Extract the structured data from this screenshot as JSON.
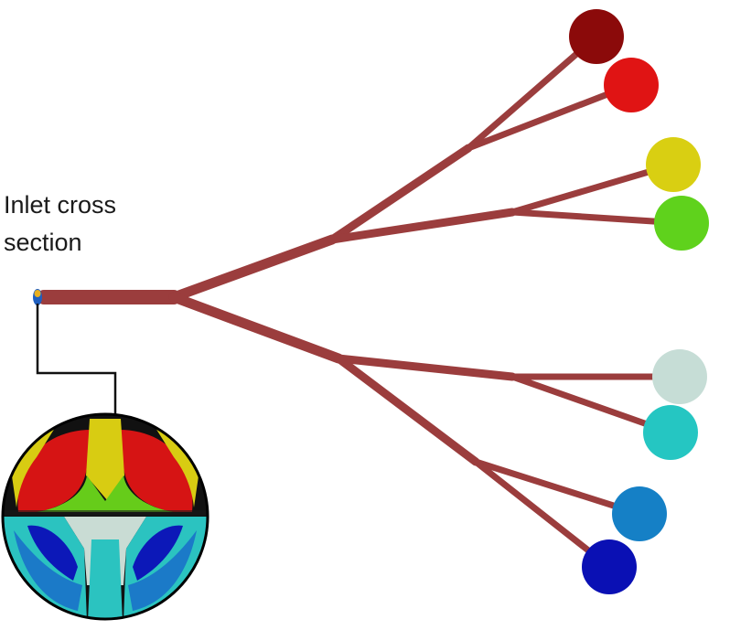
{
  "inlet_label": {
    "line1": "Inlet cross",
    "line2": "section"
  },
  "colors": {
    "branch": "#9b3d3d",
    "connector": "#111111",
    "outlet_1": "#8b0a0a",
    "outlet_2": "#e01414",
    "outlet_3": "#d9cf12",
    "outlet_4": "#5fd21c",
    "outlet_5": "#c6ddd6",
    "outlet_6": "#25c6c2",
    "outlet_7": "#1580c6",
    "outlet_8": "#0a10b4"
  },
  "outlets": [
    {
      "name": "outlet-1",
      "color": "#8b0a0a"
    },
    {
      "name": "outlet-2",
      "color": "#e01414"
    },
    {
      "name": "outlet-3",
      "color": "#d9cf12"
    },
    {
      "name": "outlet-4",
      "color": "#5fd21c"
    },
    {
      "name": "outlet-5",
      "color": "#c6ddd6"
    },
    {
      "name": "outlet-6",
      "color": "#25c6c2"
    },
    {
      "name": "outlet-7",
      "color": "#1580c6"
    },
    {
      "name": "outlet-8",
      "color": "#0a10b4"
    }
  ],
  "cross_section_regions": [
    {
      "name": "red-region",
      "color": "#d61414"
    },
    {
      "name": "yellow-region",
      "color": "#d8cc12"
    },
    {
      "name": "green-region",
      "color": "#66cc1a"
    },
    {
      "name": "light-gray-region",
      "color": "#c9dcd4"
    },
    {
      "name": "cyan-region",
      "color": "#2bc3c0"
    },
    {
      "name": "mid-blue-region",
      "color": "#1b7ac8"
    },
    {
      "name": "dark-blue-region",
      "color": "#0c18b8"
    }
  ]
}
